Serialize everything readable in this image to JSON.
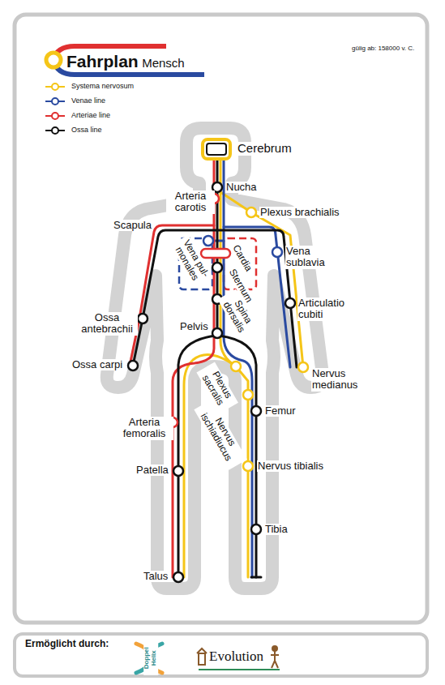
{
  "diagram": {
    "title": "Fahrplan Mensch",
    "labels": [
      "gülig ab: 158000 v. C.",
      "Cerebrum",
      "Nucha",
      "Arteria carotis",
      "Plexus brachialis",
      "Scapula",
      "Vena sublavia",
      "Vena pul- monales",
      "Cardia",
      "Sternum",
      "Spina dorsalis",
      "Articulatio cubiti",
      "Ossa antebrachii",
      "Pelvis",
      "Ossa carpi",
      "Nervus medianus",
      "Plexus sacralis",
      "Nervus ischiadiucus",
      "Femur",
      "Arteria femoralis",
      "Nervus tibialis",
      "Patella",
      "Tibia",
      "Talus",
      "Ermöglicht durch:",
      "Doppel Helix",
      "Evolution"
    ],
    "legend": [
      {
        "text": "Systema nervosum"
      },
      {
        "text": "Venae line"
      },
      {
        "text": "Arteriae line"
      },
      {
        "text": "Ossa line"
      }
    ]
  }
}
